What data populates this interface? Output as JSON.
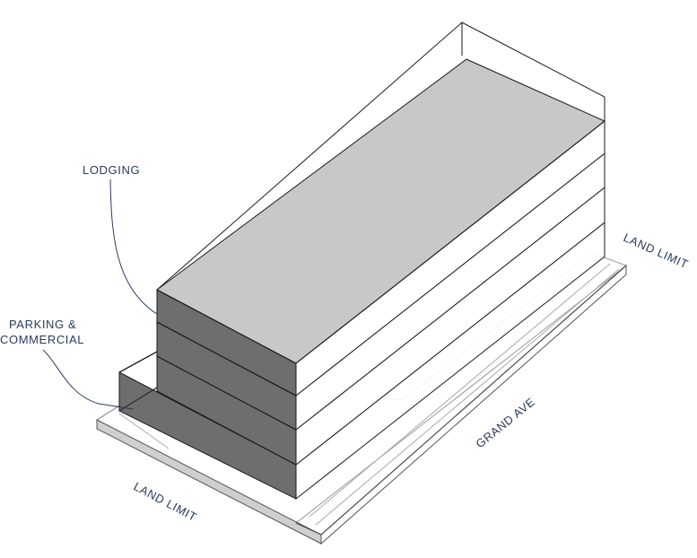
{
  "labels": {
    "lodging": "LODGING",
    "parking_line1": "PARKING &",
    "parking_line2": "COMMERCIAL",
    "land_limit_right": "LAND LIMIT",
    "land_limit_left": "LAND LIMIT",
    "street": "GRAND AVE"
  },
  "colors": {
    "lodging_fill": "#c8c8c8",
    "parking_fill": "#6e6e6e",
    "outline": "#1a1a1a",
    "label_text": "#2a3a5c",
    "ground_base": "#cfcfcf"
  },
  "building": {
    "lodging_floors": 4,
    "parking_commercial_floors": 1
  }
}
